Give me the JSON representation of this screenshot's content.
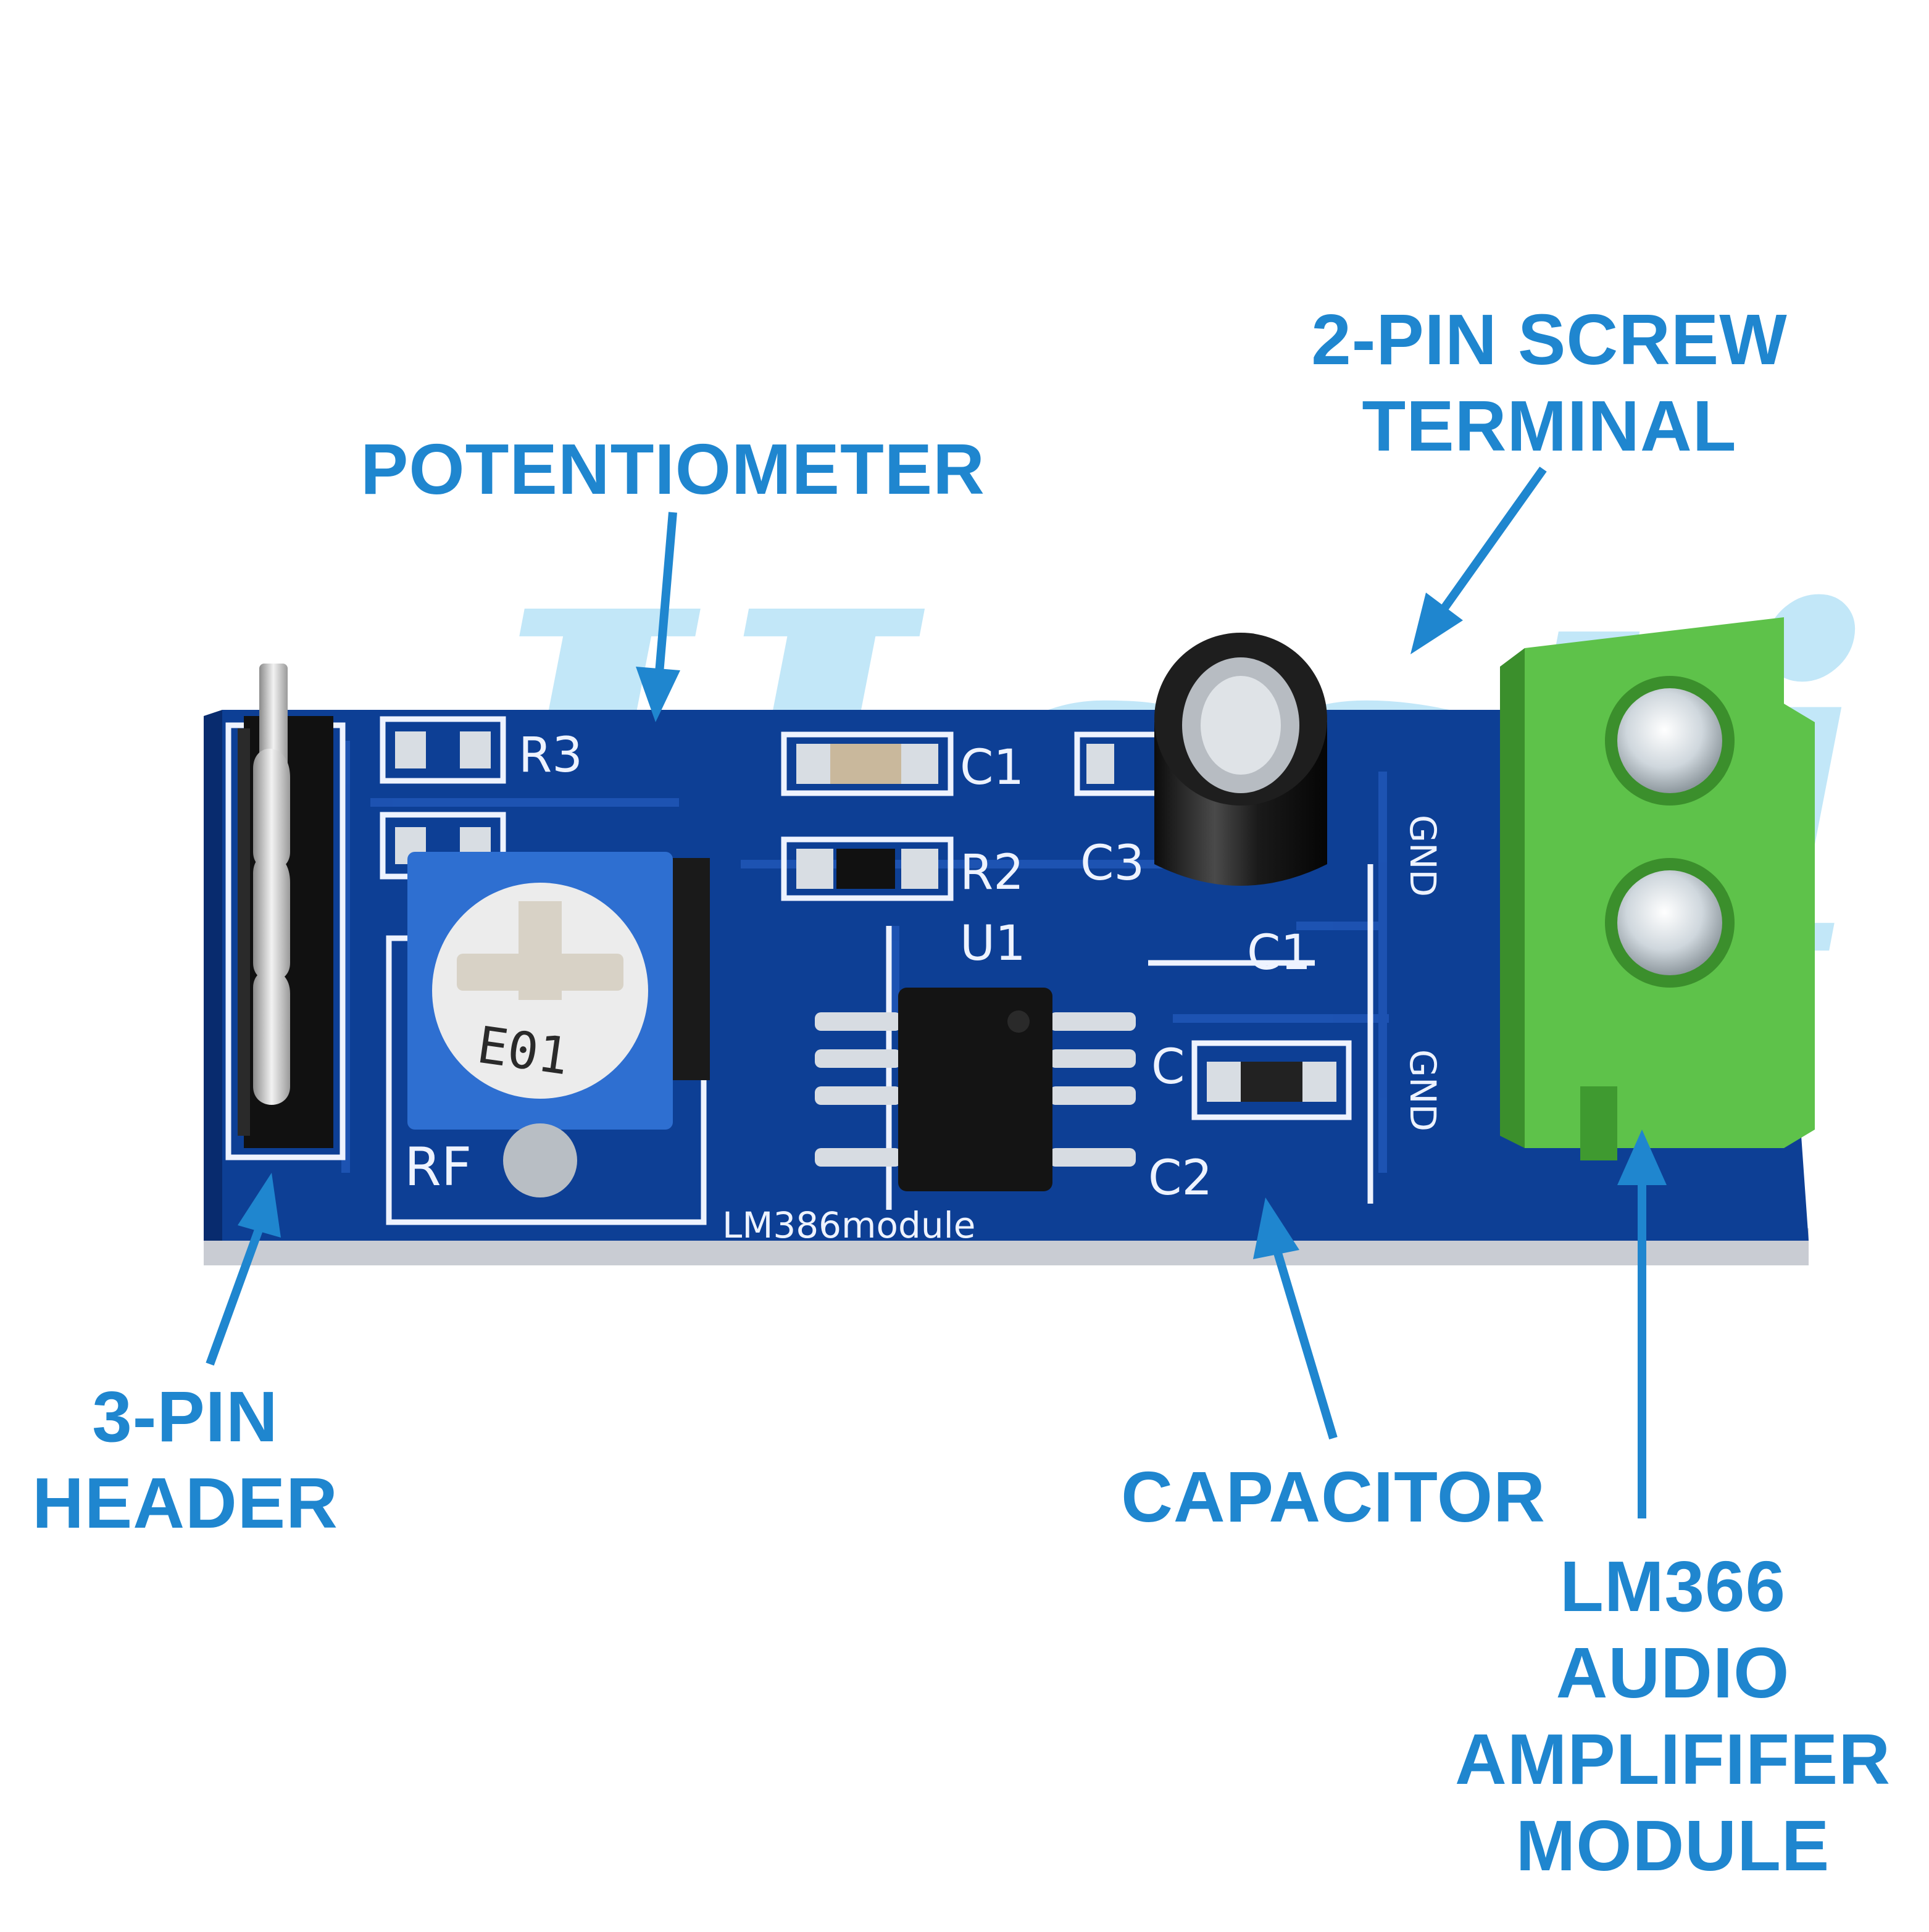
{
  "colors": {
    "label": "#1f86cf",
    "pcb": "#0d3f95",
    "pcb_dark": "#082b6e",
    "silkscreen": "#eef3ff",
    "terminal": "#5ec24a",
    "pot_body": "#2e6fd1",
    "watermark": "#8fd3f2"
  },
  "callouts": {
    "screw_terminal": [
      "2-PIN SCREW",
      "TERMINAL"
    ],
    "potentiometer": [
      "POTENTIOMETER"
    ],
    "header": [
      "3-PIN",
      "HEADER"
    ],
    "capacitor": [
      "CAPACITOR"
    ],
    "module": [
      "LM366",
      "AUDIO",
      "AMPLIFIFER",
      "MODULE"
    ]
  },
  "board": {
    "silk_r3": "R3",
    "silk_c1_top": "C1",
    "silk_r2": "R2",
    "silk_c3": "C3",
    "silk_u1": "U1",
    "silk_c1_mid": "C1",
    "silk_c_left": "C",
    "silk_c2": "C2",
    "silk_rf": "RF",
    "silk_module": "LM386module",
    "silk_gnd_top": "GND",
    "silk_gnd_bottom": "GND",
    "pot_marking": "E01"
  },
  "watermark": "Hasti"
}
